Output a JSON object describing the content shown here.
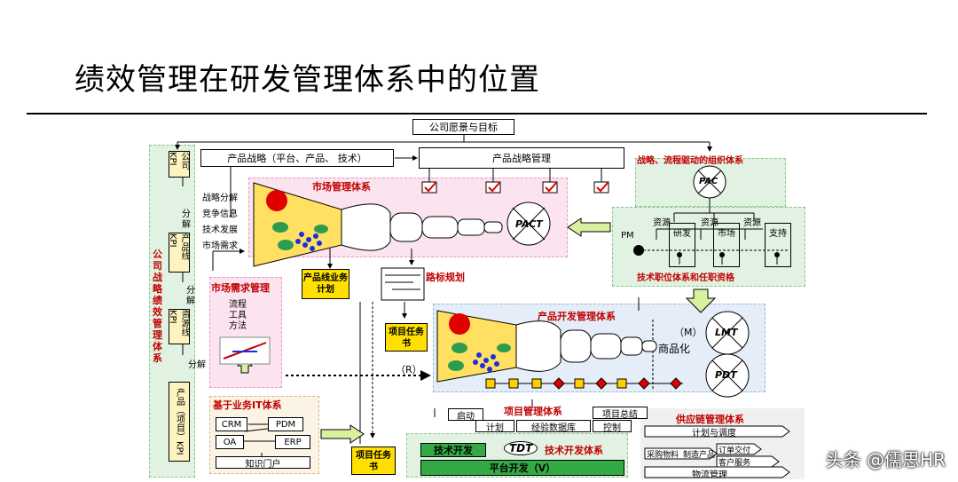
{
  "title": "绩效管理在研发管理体系中的位置",
  "top": {
    "vision": "公司愿景与目标",
    "strategy": "产品战略（平台、产品、 技术）",
    "strategy_mgmt": "产品战略管理"
  },
  "left_kpi": {
    "company": "公司KPI",
    "product_line": "产品线KPI",
    "resource_line": "资源线KPI",
    "product_project": "产品（项目）KPI",
    "split": "分解",
    "system": "公司战略绩效管理体系"
  },
  "inputs": [
    "战略分解",
    "竞争信息",
    "技术发展",
    "市场需求"
  ],
  "market": {
    "title": "市场管理体系",
    "pact": "PACT",
    "biz_plan": "产品线业务计划",
    "roadmap": "路标规划"
  },
  "demand": {
    "title": "市场需求管理",
    "items": [
      "流程",
      "工具",
      "方法"
    ]
  },
  "org": {
    "title": "战略、流程驱动的组织体系",
    "pac": "PAC",
    "pm": "PM",
    "resource": "资源",
    "depts": [
      "研发",
      "市场",
      "支持"
    ],
    "career": "技术职位体系和任职资格"
  },
  "pd": {
    "title": "产品开发管理体系",
    "m": "（M）",
    "commercial": "商品化",
    "lmt": "LMT",
    "pdt": "PDT",
    "task": "项目任务书",
    "r": "（R）"
  },
  "pm_sys": {
    "title": "项目管理体系",
    "items": [
      "启动",
      "计划",
      "经验数据库",
      "控制",
      "项目总结"
    ]
  },
  "it": {
    "title": "基于业务IT体系",
    "crm": "CRM",
    "pdm": "PDM",
    "oa": "OA",
    "erp": "ERP",
    "portal": "知识门户"
  },
  "tech": {
    "task": "项目任务书",
    "tdt": "TDT",
    "title": "技术开发体系",
    "dev": "技术开发",
    "platform": "平台开发（V）"
  },
  "supply": {
    "title": "供应链管理体系",
    "plan": "计划与调度",
    "purchase": "采购物料",
    "manufacture": "制造产品",
    "order": "订单交付",
    "customer": "客户服务",
    "logistics": "物流管理"
  },
  "watermark": "头条 @儒思HR"
}
